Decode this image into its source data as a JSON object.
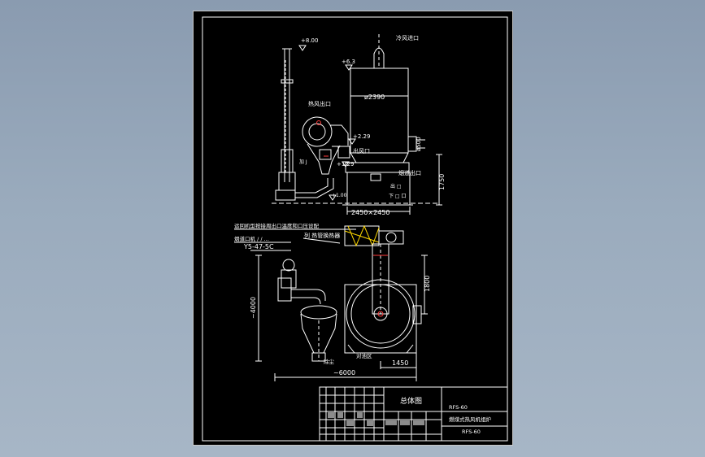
{
  "colors": {
    "background_gradient_top": "#8a9bb0",
    "sheet": "#000000",
    "lines": "#ffffff",
    "accent_red": "#ff3b3b",
    "accent_yellow": "#ffd800"
  },
  "elevation": {
    "top_stack": "+8.00",
    "cold_air_inlet": "冷风进口",
    "top_furnace": "+6.3",
    "diameter": "ø2390",
    "hot_air_outlet": "热风出口",
    "el_229": "+2.29",
    "outlet": "出风口",
    "pipe_dia": "ø500",
    "el_129": "+1.29",
    "el_100": "+1.00",
    "fire_outlet": "烟道出口",
    "left_note": "加 J",
    "height_1750": "1750",
    "base_dim": "2450×2450",
    "base_note": "出 □",
    "base_note2": "下 □ 口"
  },
  "plan": {
    "note_top": "运回机型按接周出口温度和口压设配",
    "note_fan": "烟道口机 / / ...",
    "fan_model": "Y5-47-5C",
    "heat_exchanger": "列 热管换热器",
    "height_1800": "1800",
    "height_4000": "~4000",
    "dim_6000": "~6000",
    "dim_1450": "1450",
    "label_cyclone": "除尘",
    "label_base": "对池区"
  },
  "title_block": {
    "title": "总体图",
    "code_top": "RFS-60",
    "name": "燃煤式热风机组炉",
    "code_bottom": "RFS-60"
  }
}
